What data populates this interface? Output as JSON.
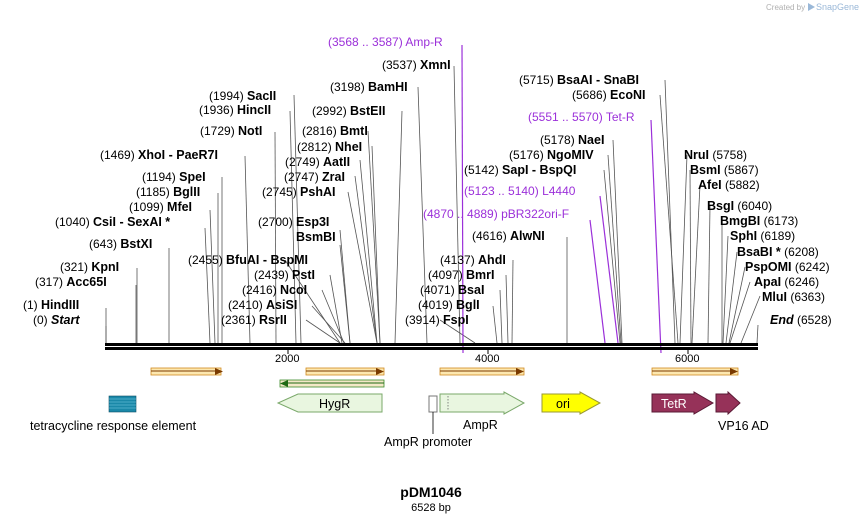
{
  "credit": {
    "text": "Created by",
    "brand": "SnapGene"
  },
  "plasmid": {
    "name": "pDM1046",
    "size": "6528 bp"
  },
  "ruler": [
    "2000",
    "4000",
    "6000"
  ],
  "colors": {
    "primer": "#9b30d9",
    "hygr": "#e9f6e0",
    "ampr": "#e9f6e0",
    "ori": "#ffff00",
    "tetr": "#963259",
    "tre": "#1a88a8",
    "orf": "#f0a030"
  },
  "sites": [
    {
      "num": "(3568 .. 3587)",
      "name": "Amp-R",
      "primer": true
    },
    {
      "num": "(3537)",
      "name": "XmnI"
    },
    {
      "num": "(3198)",
      "name": "BamHI"
    },
    {
      "num": "(1994)",
      "name": "SacII"
    },
    {
      "num": "(1936)",
      "name": "HincII"
    },
    {
      "num": "(2992)",
      "name": "BstEII"
    },
    {
      "num": "(1729)",
      "name": "NotI"
    },
    {
      "num": "(2816)",
      "name": "BmtI"
    },
    {
      "num": "(2812)",
      "name": "NheI"
    },
    {
      "num": "(1469)",
      "name": "XhoI",
      "name2": "PaeR7I"
    },
    {
      "num": "(2749)",
      "name": "AatII"
    },
    {
      "num": "(2747)",
      "name": "ZraI"
    },
    {
      "num": "(1194)",
      "name": "SpeI"
    },
    {
      "num": "(1185)",
      "name": "BglII"
    },
    {
      "num": "(2745)",
      "name": "PshAI"
    },
    {
      "num": "(1099)",
      "name": "MfeI"
    },
    {
      "num": "(1040)",
      "name": "CsiI",
      "name2": "SexAI *"
    },
    {
      "num": "(2700)",
      "name": "Esp3I"
    },
    {
      "num": "",
      "name": "BsmBI"
    },
    {
      "num": "(643)",
      "name": "BstXI"
    },
    {
      "num": "(2455)",
      "name": "BfuAI",
      "name2": "BspMI"
    },
    {
      "num": "(321)",
      "name": "KpnI"
    },
    {
      "num": "(2439)",
      "name": "PstI"
    },
    {
      "num": "(317)",
      "name": "Acc65I"
    },
    {
      "num": "(2416)",
      "name": "NcoI"
    },
    {
      "num": "(2410)",
      "name": "AsiSI"
    },
    {
      "num": "(1)",
      "name": "HindIII"
    },
    {
      "num": "(2361)",
      "name": "RsrII"
    },
    {
      "num": "(0)",
      "name": "Start",
      "italic": true
    },
    {
      "num": "(5715)",
      "name": "BsaAI",
      "name2": "SnaBI"
    },
    {
      "num": "(5686)",
      "name": "EcoNI"
    },
    {
      "num": "(5551 .. 5570)",
      "name": "Tet-R",
      "primer": true
    },
    {
      "num": "(5178)",
      "name": "NaeI"
    },
    {
      "num": "(5176)",
      "name": "NgoMIV"
    },
    {
      "num": "(5142)",
      "name": "SapI",
      "name2": "BspQI"
    },
    {
      "num": "(5123 .. 5140)",
      "name": "L4440",
      "primer": true
    },
    {
      "num": "(4870 .. 4889)",
      "name": "pBR322ori-F",
      "primer": true
    },
    {
      "num": "(4616)",
      "name": "AlwNI"
    },
    {
      "num": "(4137)",
      "name": "AhdI"
    },
    {
      "num": "(4097)",
      "name": "BmrI"
    },
    {
      "num": "(4071)",
      "name": "BsaI"
    },
    {
      "num": "(4019)",
      "name": "BglI"
    },
    {
      "num": "(3914)",
      "name": "FspI"
    },
    {
      "num": "(5758)",
      "name": "NruI"
    },
    {
      "num": "(5867)",
      "name": "BsmI"
    },
    {
      "num": "(5882)",
      "name": "AfeI"
    },
    {
      "num": "(6040)",
      "name": "BsgI"
    },
    {
      "num": "(6173)",
      "name": "BmgBI"
    },
    {
      "num": "(6189)",
      "name": "SphI"
    },
    {
      "num": "(6208)",
      "name": "BsaBI *"
    },
    {
      "num": "(6242)",
      "name": "PspOMI"
    },
    {
      "num": "(6246)",
      "name": "ApaI"
    },
    {
      "num": "(6363)",
      "name": "MluI"
    },
    {
      "num": "(6528)",
      "name": "End",
      "italic": true
    }
  ],
  "features": {
    "tre": "tetracycline response element",
    "hygr": "HygR",
    "ampr": "AmpR",
    "ampr_promoter": "AmpR promoter",
    "ori": "ori",
    "tetr": "TetR",
    "vp16": "VP16 AD"
  }
}
